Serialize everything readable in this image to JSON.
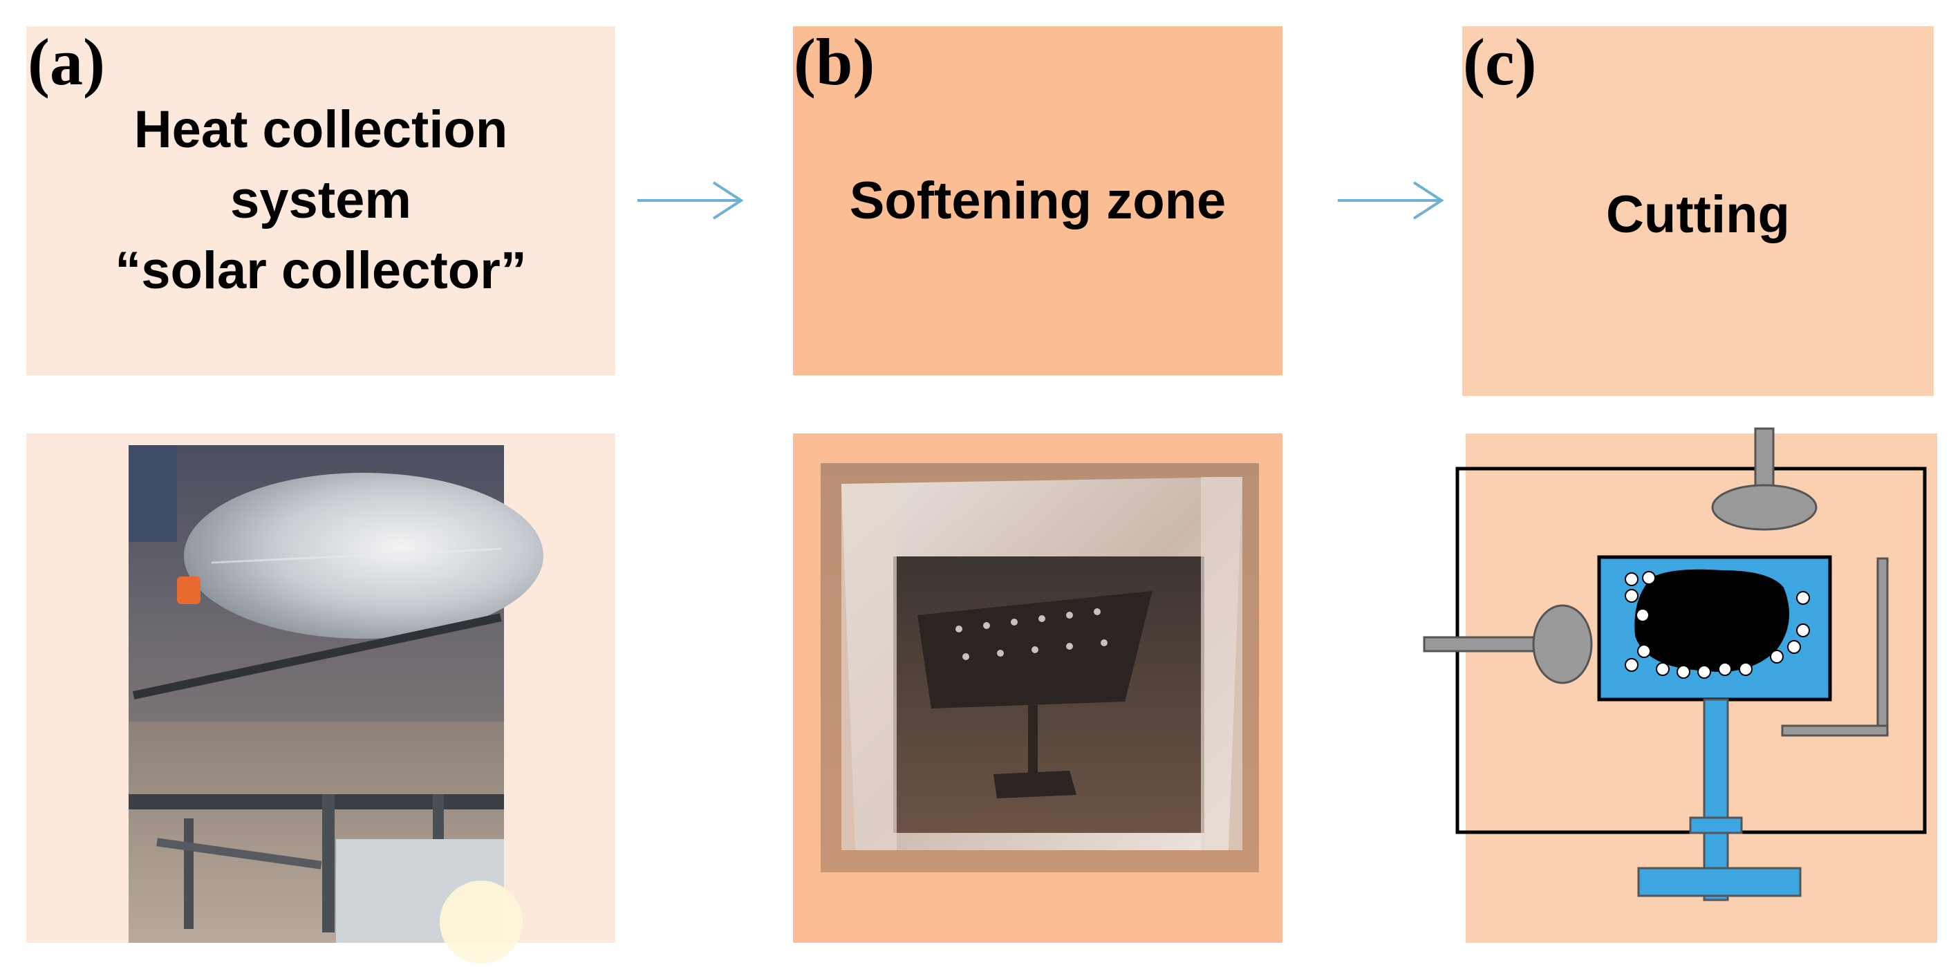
{
  "colors": {
    "panel_a": "#fde9dc",
    "panel_b": "#fbbd93",
    "panel_c": "#fbd0b1",
    "arrow": "#6fb0d6",
    "machine_blue": "#3da5e0",
    "machine_gray": "#9a9a9a"
  },
  "panels": [
    {
      "label": "(a)",
      "title_lines": [
        "Heat collection",
        "system",
        "“solar collector”"
      ]
    },
    {
      "label": "(b)",
      "title_lines": [
        "Softening zone"
      ]
    },
    {
      "label": "(c)",
      "title_lines": [
        "Cutting"
      ]
    }
  ]
}
